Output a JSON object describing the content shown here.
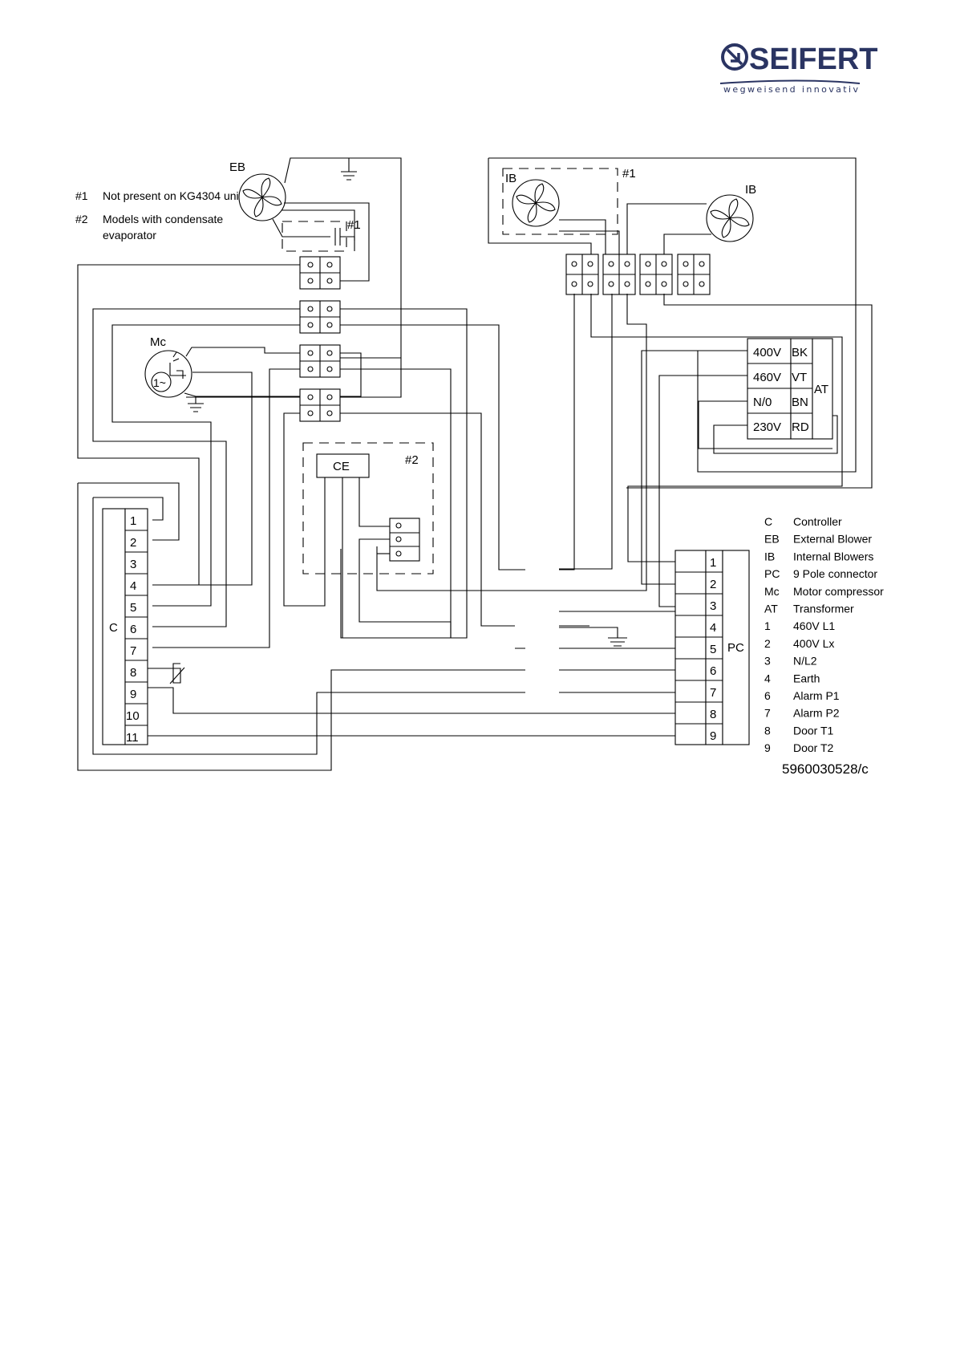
{
  "logo": {
    "brand": "SEIFERT",
    "tagline": "wegweisend innovativ",
    "color": "#2a3462"
  },
  "notes": [
    {
      "mark": "#1",
      "text": "Not present on KG4304 unit"
    },
    {
      "mark": "#2",
      "text": "Models with condensate",
      "text2": "evaporator"
    }
  ],
  "labels": {
    "eb": "EB",
    "ib": "IB",
    "mc": "Mc",
    "ce": "CE",
    "c": "C",
    "pc": "PC",
    "at": "AT",
    "note1": "#1",
    "note2": "#2",
    "single_phase": "1~"
  },
  "controller_terminals": [
    "1",
    "2",
    "3",
    "4",
    "5",
    "6",
    "7",
    "8",
    "9",
    "10",
    "11"
  ],
  "pc_terminals": [
    "1",
    "2",
    "3",
    "4",
    "5",
    "6",
    "7",
    "8",
    "9"
  ],
  "transformer": [
    {
      "voltage": "400V",
      "wire": "BK"
    },
    {
      "voltage": "460V",
      "wire": "VT"
    },
    {
      "voltage": "N/0",
      "wire": "BN"
    },
    {
      "voltage": "230V",
      "wire": "RD"
    }
  ],
  "legend": [
    {
      "key": "C",
      "value": "Controller"
    },
    {
      "key": "EB",
      "value": "External Blower"
    },
    {
      "key": "IB",
      "value": "Internal Blowers"
    },
    {
      "key": "PC",
      "value": "9 Pole connector"
    },
    {
      "key": "Mc",
      "value": "Motor compressor"
    },
    {
      "key": "AT",
      "value": "Transformer"
    },
    {
      "key": "1",
      "value": "460V L1"
    },
    {
      "key": "2",
      "value": "400V Lx"
    },
    {
      "key": "3",
      "value": "N/L2"
    },
    {
      "key": "4",
      "value": "Earth"
    },
    {
      "key": "6",
      "value": "Alarm P1"
    },
    {
      "key": "7",
      "value": "Alarm P2"
    },
    {
      "key": "8",
      "value": "Door T1"
    },
    {
      "key": "9",
      "value": "Door T2"
    }
  ],
  "drawing_number": "5960030528/c"
}
